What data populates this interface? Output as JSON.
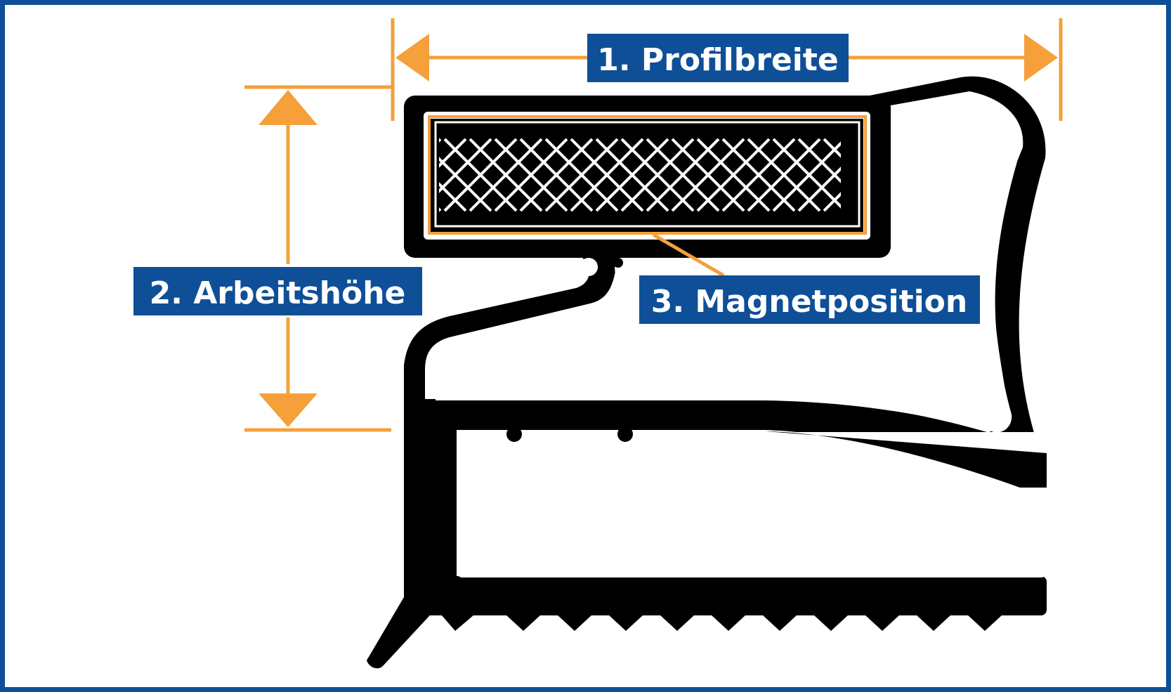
{
  "labels": {
    "profile_width": "1. Profilbreite",
    "working_height": "2. Arbeitshöhe",
    "magnet_position": "3. Magnetposition"
  },
  "colors": {
    "frame": "#0e4f98",
    "label_background": "#0e4f98",
    "label_text": "#ffffff",
    "dimension_lines": "#f5a03a",
    "profile": "#000000",
    "magnet_outline": "#f5a03a"
  },
  "icons": {
    "magnet": "crosshatch-magnet-strip",
    "arrows": "triangle-arrowheads"
  }
}
